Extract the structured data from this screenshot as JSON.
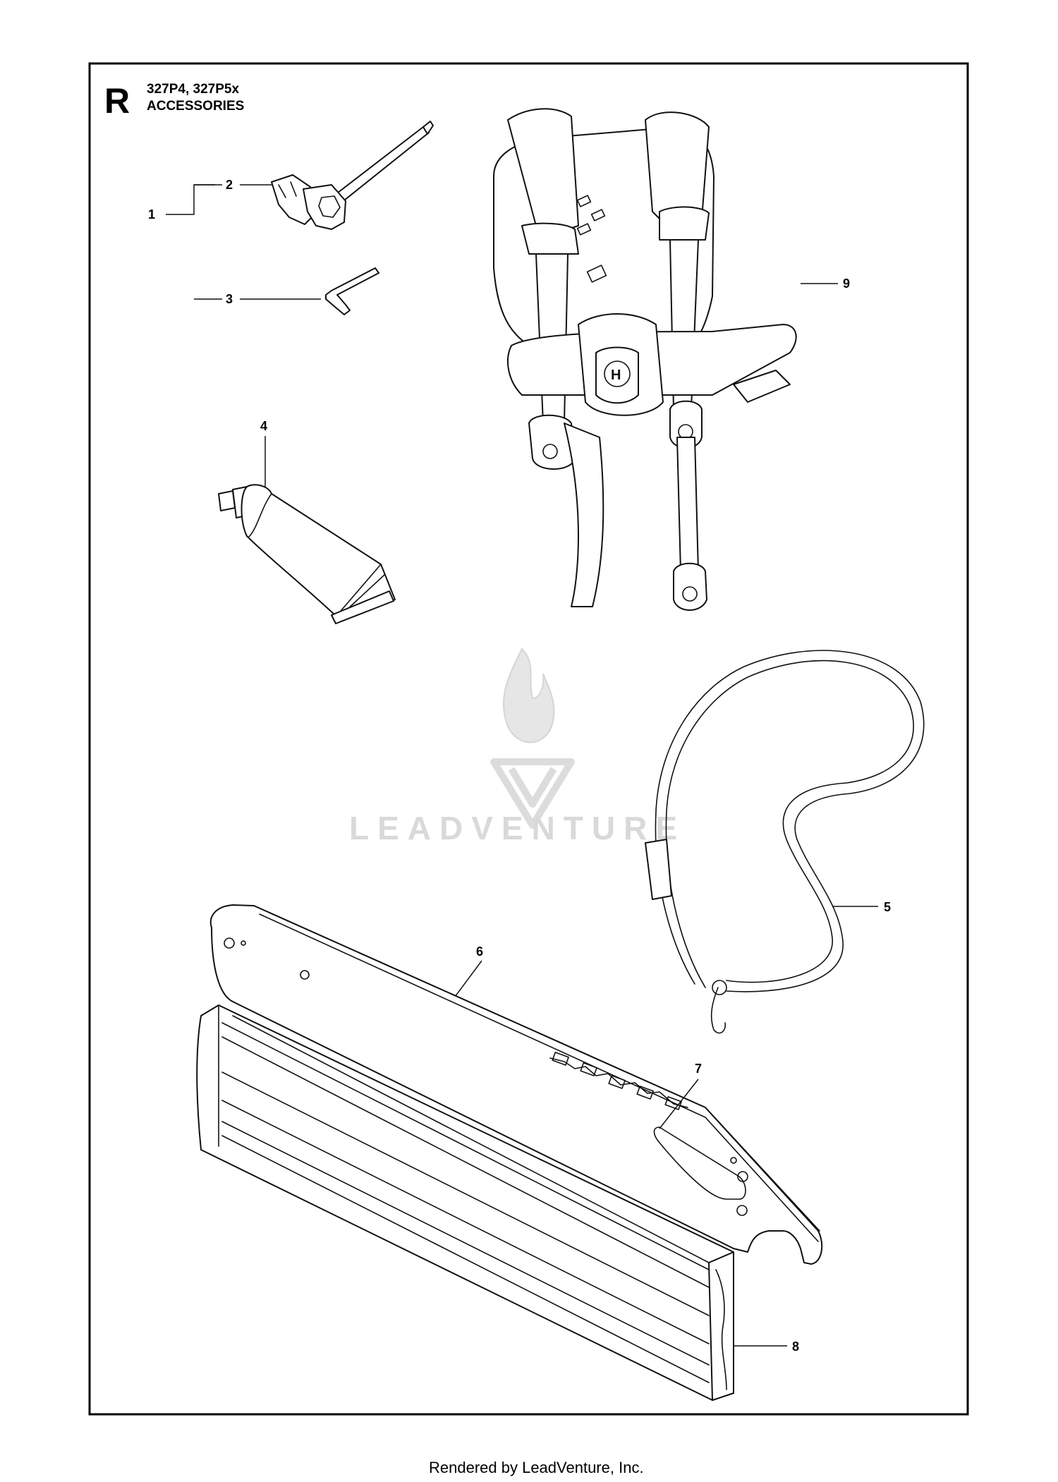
{
  "header": {
    "letter": "R",
    "models": "327P4, 327P5x",
    "section": "ACCESSORIES"
  },
  "callouts": [
    "1",
    "2",
    "3",
    "4",
    "5",
    "6",
    "7",
    "8",
    "9"
  ],
  "watermark": {
    "text": "LEADVENTURE"
  },
  "footer": {
    "text": "Rendered by LeadVenture, Inc."
  }
}
